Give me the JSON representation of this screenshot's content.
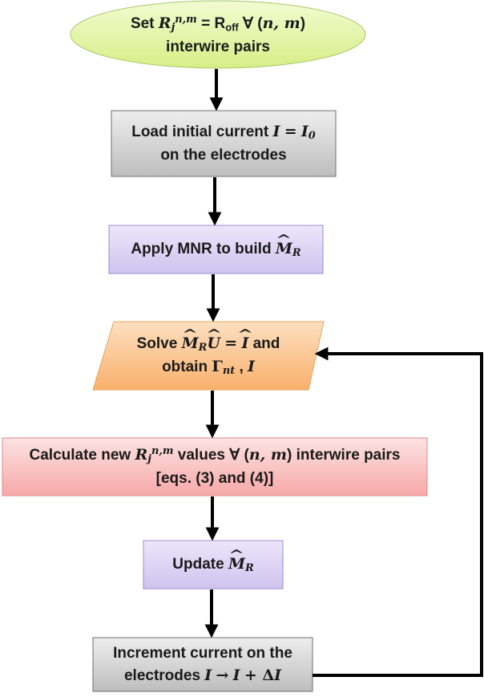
{
  "colors": {
    "ellipse_fill": "#e8f5b0",
    "gray_fill": "#d4d4d4",
    "purple_fill": "#ddd4f3",
    "orange_fill": "#fbc792",
    "red_fill": "#fbc5c5",
    "stroke": "#7d7d7d",
    "arrow": "#000000"
  },
  "nodes": {
    "start": {
      "shape": "ellipse",
      "set": "Set",
      "eq": "= R",
      "off": "off",
      "forall": "∀ (",
      "nm": "n, m",
      "close": ")",
      "line2": "interwire pairs"
    },
    "load": {
      "shape": "rectangle",
      "line1": "Load initial current",
      "eq": "=",
      "line2": "on the electrodes"
    },
    "apply": {
      "shape": "rectangle",
      "line1": "Apply MNR to build"
    },
    "solve": {
      "shape": "parallelogram",
      "solve": "Solve",
      "eq": "=",
      "and": "and",
      "obtain": "obtain",
      "gamma": "Γ",
      "nt": "nt",
      "comma": ","
    },
    "calculate": {
      "shape": "rectangle",
      "calc": "Calculate new",
      "values": "values ∀ (",
      "nm": "n, m",
      "pairs": ") interwire pairs",
      "line2": "[eqs. (3) and (4)]"
    },
    "update": {
      "shape": "rectangle",
      "line1": "Update"
    },
    "increment": {
      "shape": "rectangle",
      "line1": "Increment current on the",
      "line2": "electrodes",
      "arrow": "→",
      "plus": "+ Δ"
    }
  }
}
